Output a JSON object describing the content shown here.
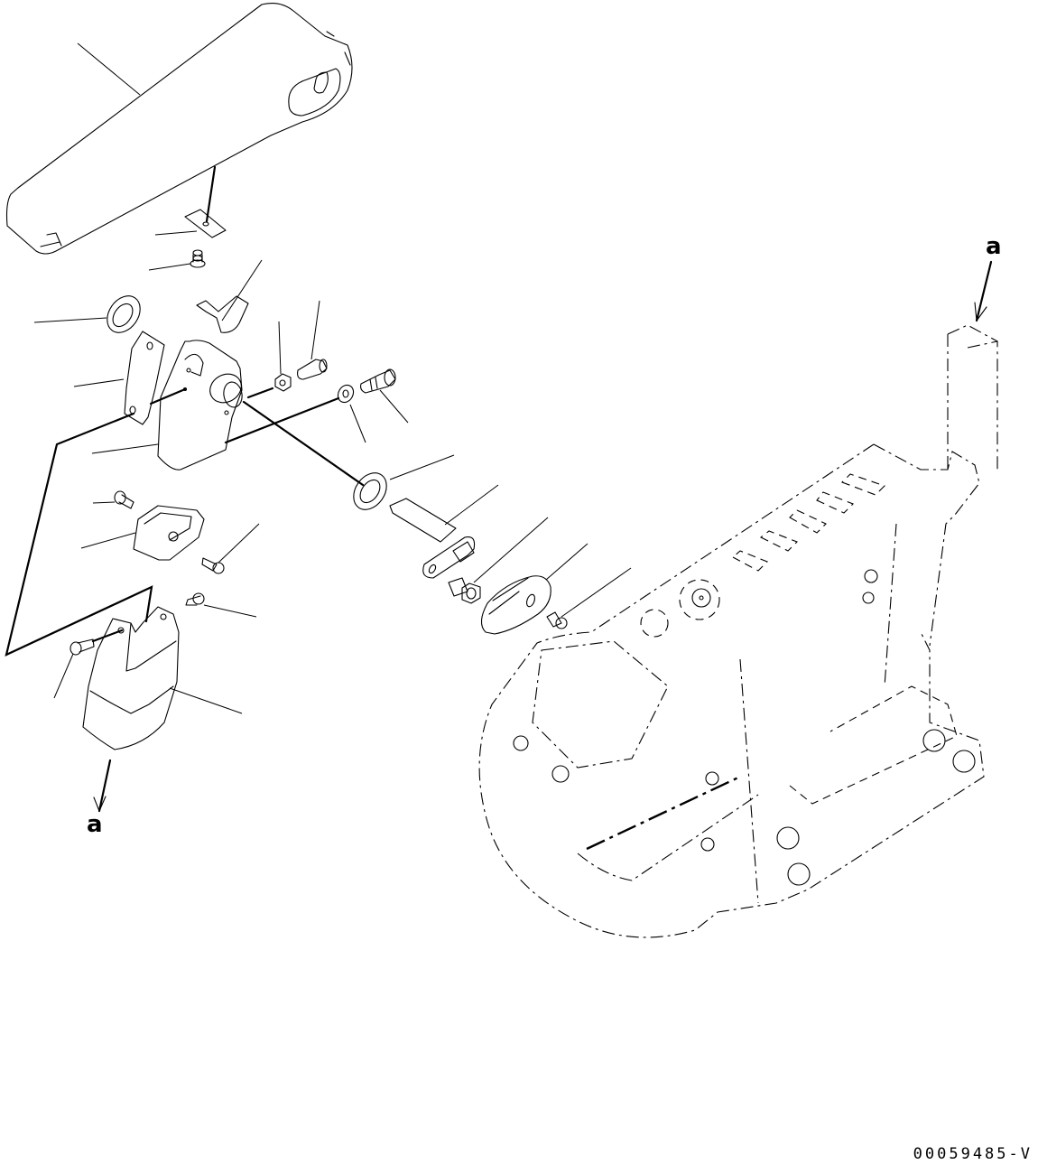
{
  "diagram": {
    "type": "exploded-parts-illustration",
    "subject": "armrest and console box assembly",
    "drawing_number": "00059485-V",
    "reference_labels": [
      {
        "id": "top",
        "text": "a"
      },
      {
        "id": "bottom",
        "text": "a"
      }
    ],
    "parts": [
      "armrest",
      "plate",
      "screw",
      "clip",
      "washer",
      "plate-bracket",
      "bracket",
      "nut",
      "pin",
      "bolt",
      "washer-small",
      "washer-large",
      "shaft-plate",
      "flange-bolt",
      "cover",
      "screw-small",
      "holder",
      "bolt-holder",
      "box-cover",
      "bolt-box",
      "console-box"
    ],
    "colors": {
      "line": "#000000",
      "background": "#ffffff"
    }
  }
}
